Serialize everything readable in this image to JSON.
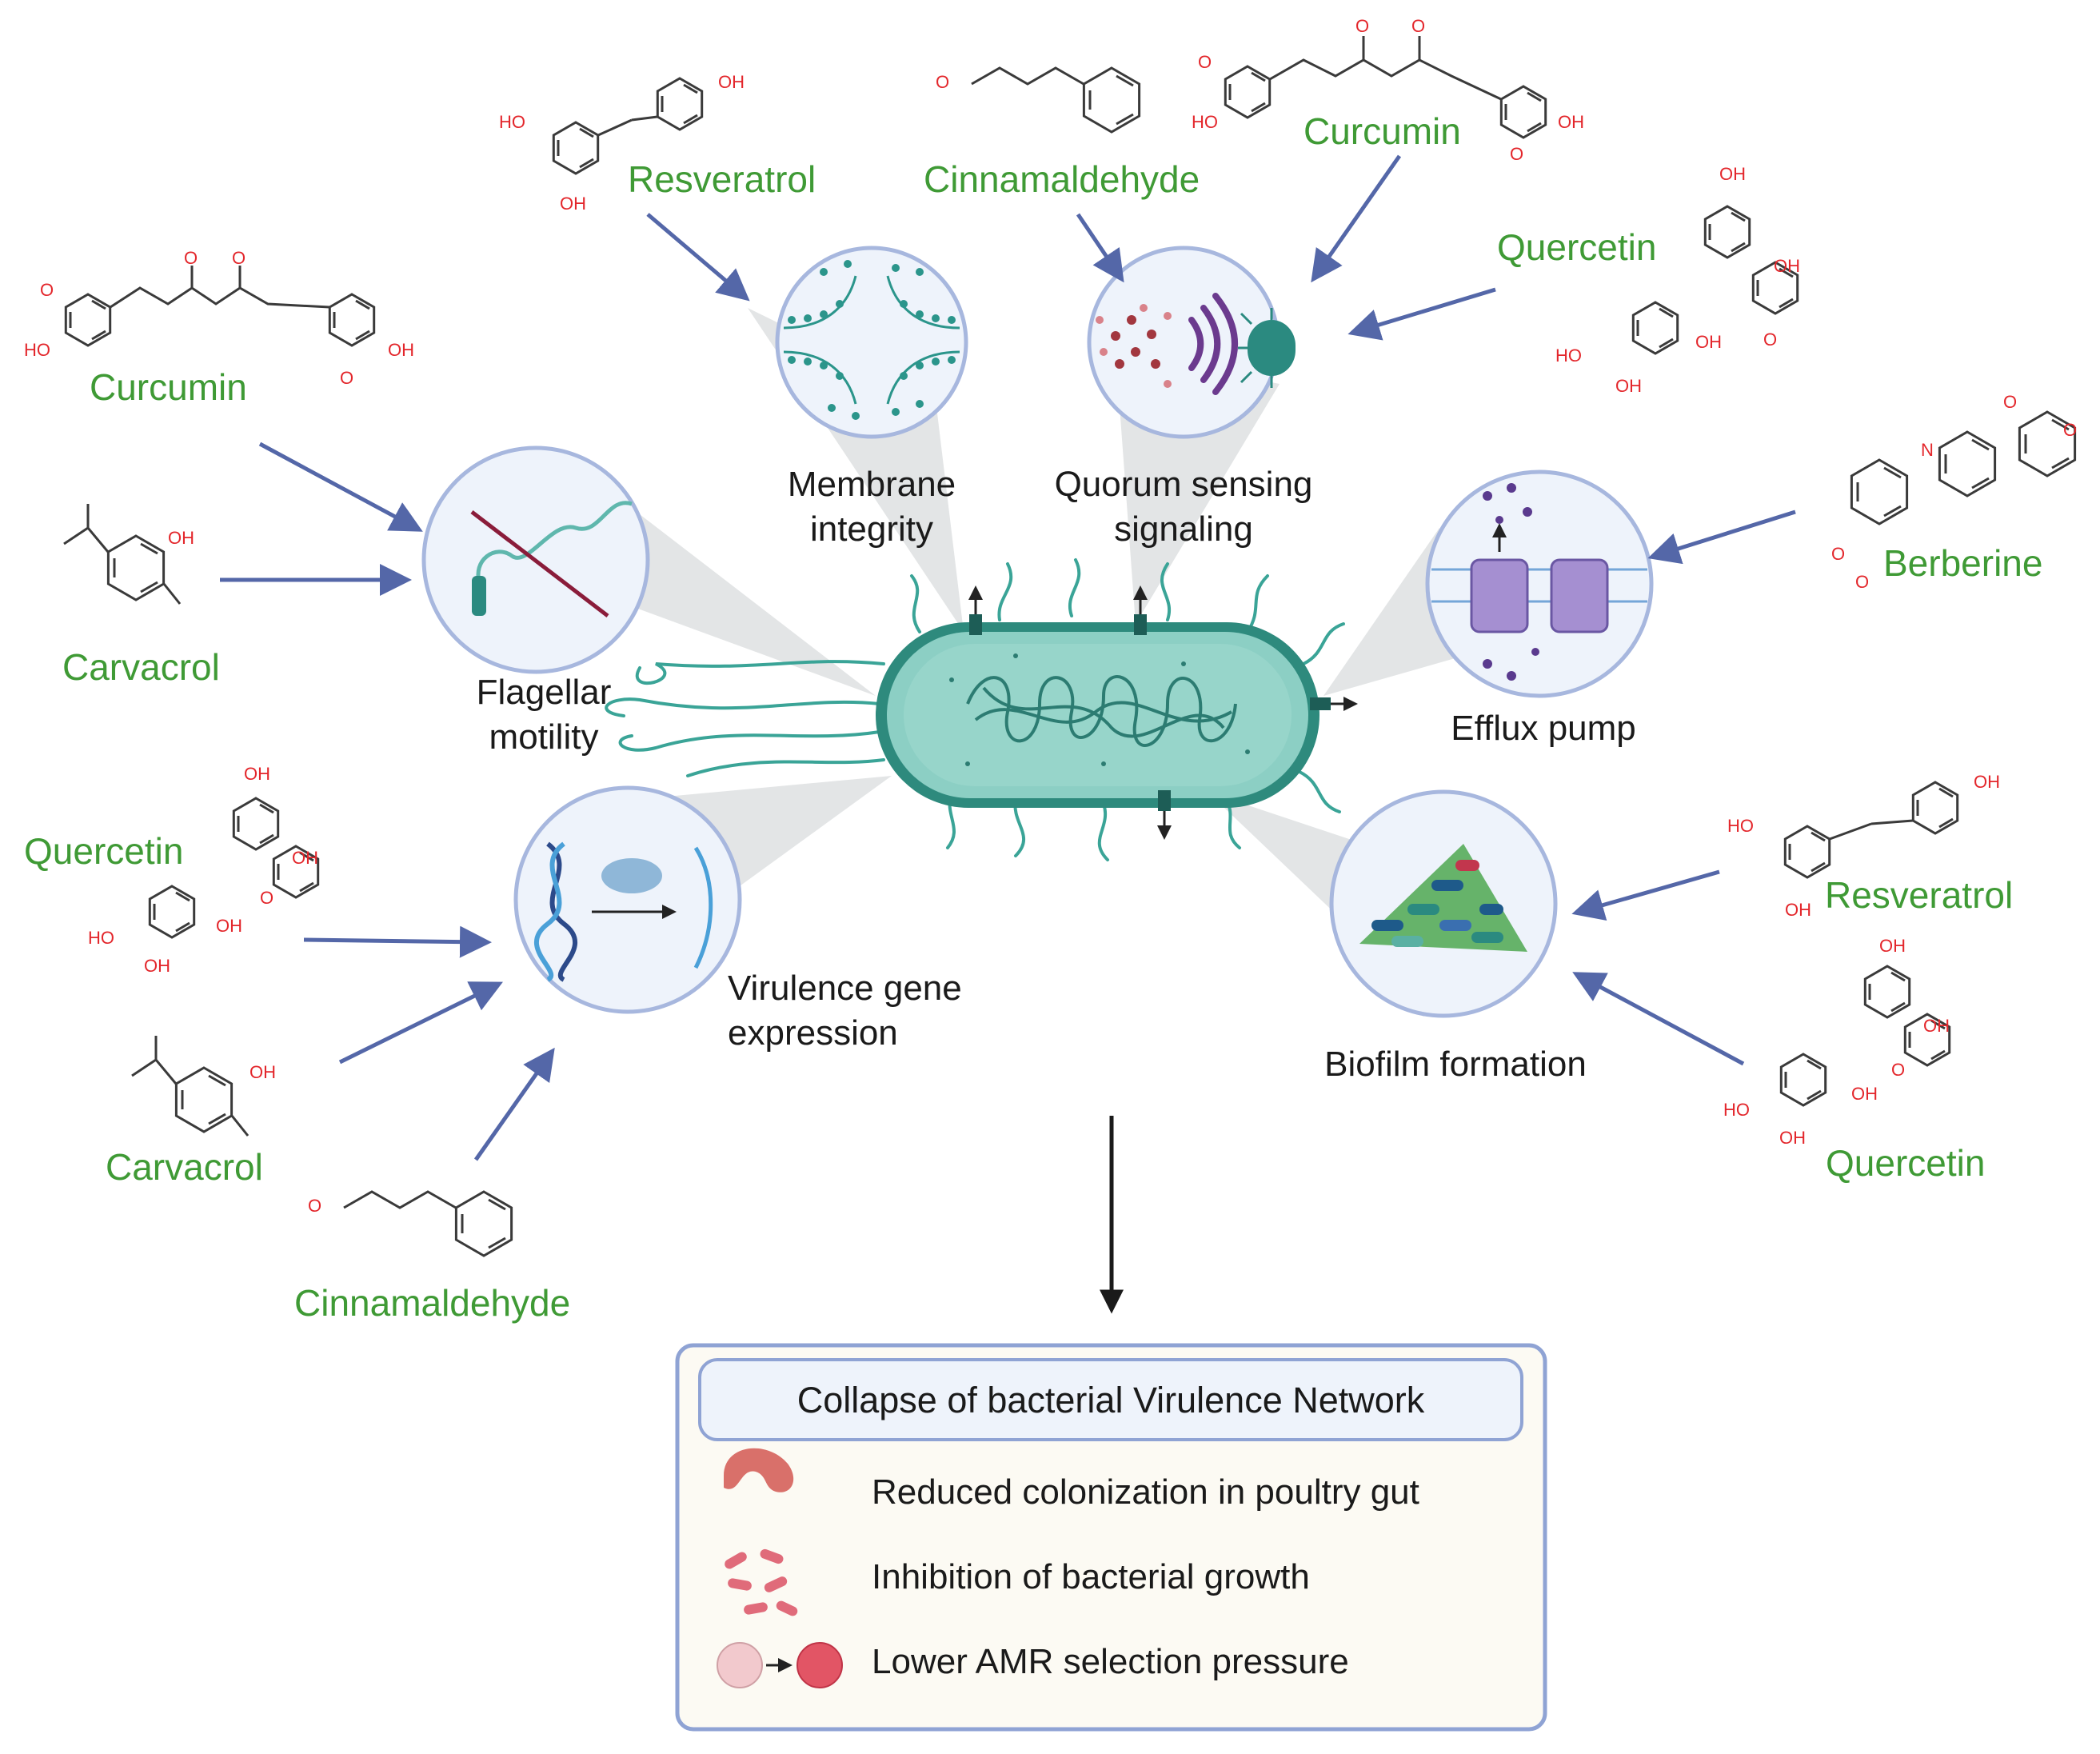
{
  "mechanisms": {
    "membrane": [
      "Membrane",
      "integrity"
    ],
    "quorum": [
      "Quorum sensing",
      "signaling"
    ],
    "flagellar": [
      "Flagellar",
      "motility"
    ],
    "efflux": [
      "Efflux pump"
    ],
    "virulence": [
      "Virulence gene",
      "expression"
    ],
    "biofilm": [
      "Biofilm formation"
    ]
  },
  "compounds": {
    "resveratrol_top": "Resveratrol",
    "cinnamaldehyde_top": "Cinnamaldehyde",
    "curcumin_top": "Curcumin",
    "quercetin_top": "Quercetin",
    "berberine": "Berberine",
    "curcumin_left": "Curcumin",
    "carvacrol_left": "Carvacrol",
    "quercetin_left": "Quercetin",
    "carvacrol_bottom": "Carvacrol",
    "cinnamaldehyde_bottom": "Cinnamaldehyde",
    "resveratrol_right": "Resveratrol",
    "quercetin_right": "Quercetin"
  },
  "atoms": {
    "oh": "OH",
    "ho": "HO",
    "o": "O",
    "n": "N"
  },
  "outcomes": {
    "title": "Collapse of bacterial Virulence Network",
    "items": [
      "Reduced colonization in poultry gut",
      "Inhibition of bacterial growth",
      "Lower AMR selection pressure"
    ]
  },
  "colors": {
    "compound_label": "#3f9a35",
    "arrow": "#5467a8",
    "bacterium": "#8ccfc4",
    "bacterium_outline": "#2e8a7d",
    "circle_fill": "#eef3fb",
    "circle_stroke": "#a7b7de",
    "atom_label": "#e3262b"
  }
}
